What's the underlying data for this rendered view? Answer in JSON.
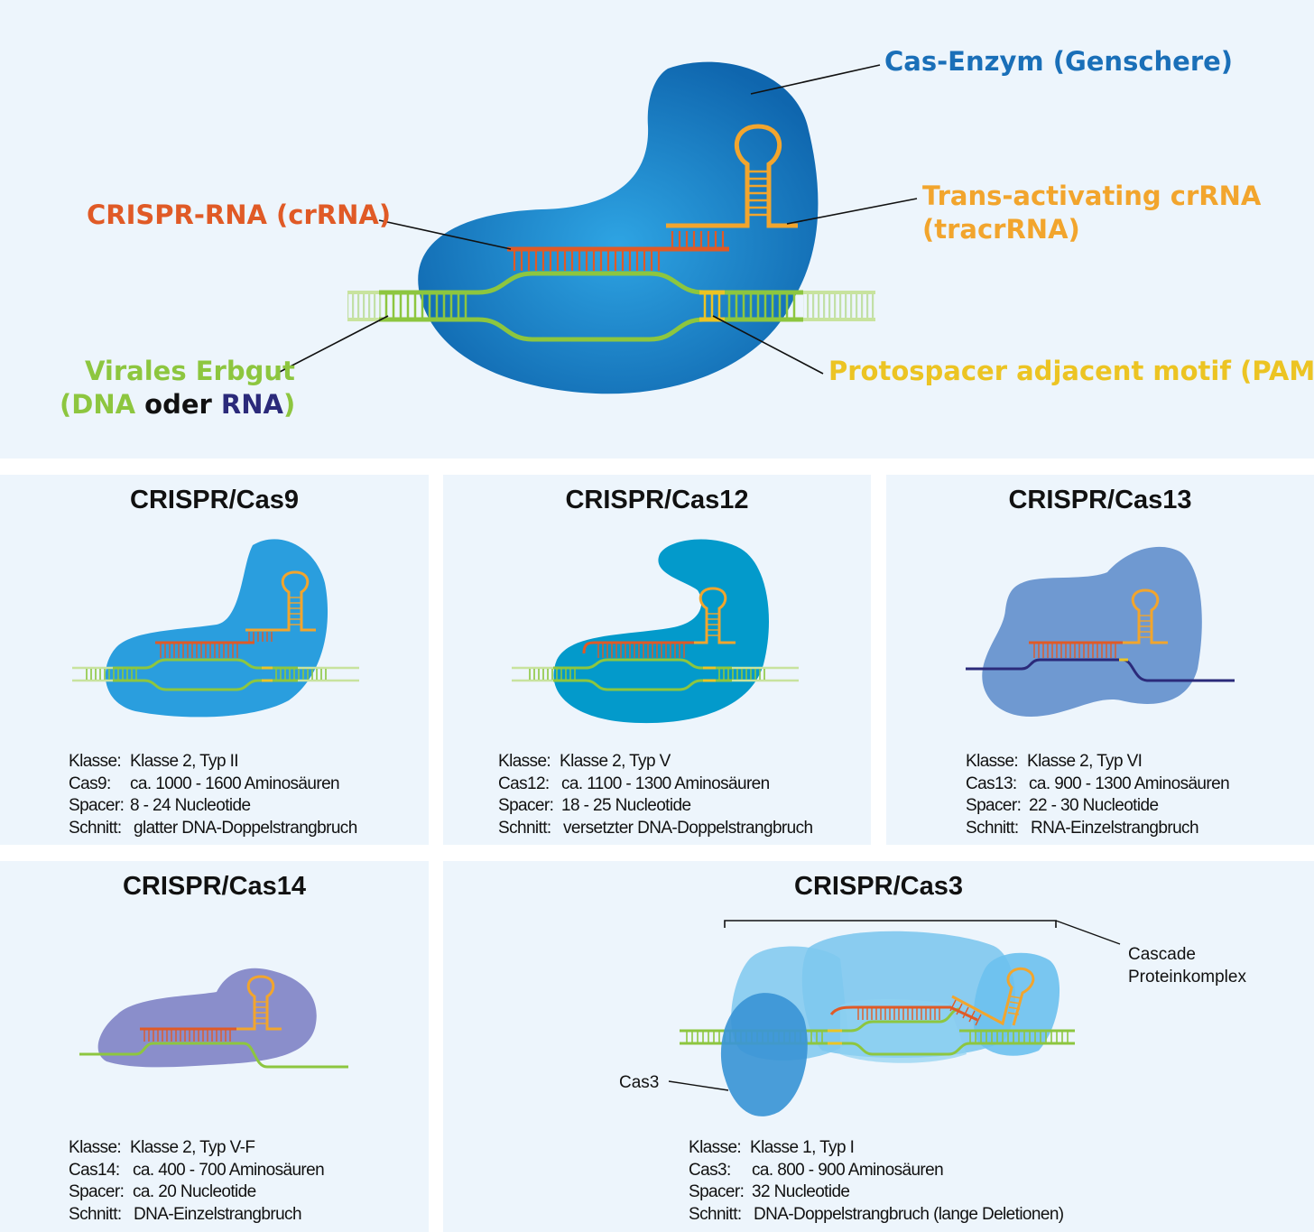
{
  "top": {
    "cas_enzyme": "Cas-Enzym (Genschere)",
    "crrna": "CRISPR-RNA (crRNA)",
    "tracrrna_line1": "Trans-activating crRNA",
    "tracrrna_line2": "(tracrRNA)",
    "viral_line1": "Virales Erbgut",
    "viral_open": "(",
    "viral_dna": "DNA",
    "viral_oder": " oder ",
    "viral_rna": "RNA",
    "viral_close": ")",
    "pam": "Protospacer adjacent motif (PAM)"
  },
  "colors": {
    "enzyme": "#1a6fb8",
    "crrna": "#e05a26",
    "tracrrna": "#f2a52d",
    "dna": "#8dc63f",
    "pam": "#ecc423",
    "rna_strand": "#2b2a7a",
    "panel_bg": "#edf5fc"
  },
  "panels": {
    "cas9": {
      "title": "CRISPR/Cas9",
      "specs": [
        {
          "key": "Klasse:",
          "value": "Klasse 2, Typ II"
        },
        {
          "key": "Cas9:",
          "value": "ca. 1000 - 1600 Aminosäuren"
        },
        {
          "key": "Spacer:",
          "value": "8 - 24 Nucleotide"
        },
        {
          "key": "Schnitt:",
          "value": "glatter DNA-Doppelstrangbruch"
        }
      ]
    },
    "cas12": {
      "title": "CRISPR/Cas12",
      "specs": [
        {
          "key": "Klasse:",
          "value": "Klasse 2, Typ V"
        },
        {
          "key": "Cas12:",
          "value": "ca. 1100 - 1300 Aminosäuren"
        },
        {
          "key": "Spacer:",
          "value": "18 - 25 Nucleotide"
        },
        {
          "key": "Schnitt:",
          "value": "versetzter DNA-Doppelstrangbruch"
        }
      ]
    },
    "cas13": {
      "title": "CRISPR/Cas13",
      "specs": [
        {
          "key": "Klasse:",
          "value": "Klasse 2, Typ VI"
        },
        {
          "key": "Cas13:",
          "value": "ca. 900 - 1300 Aminosäuren"
        },
        {
          "key": "Spacer:",
          "value": "22 - 30 Nucleotide"
        },
        {
          "key": "Schnitt:",
          "value": "RNA-Einzelstrangbruch"
        }
      ]
    },
    "cas14": {
      "title": "CRISPR/Cas14",
      "specs": [
        {
          "key": "Klasse:",
          "value": "Klasse 2, Typ V-F"
        },
        {
          "key": "Cas14:",
          "value": "ca. 400 - 700 Aminosäuren"
        },
        {
          "key": "Spacer:",
          "value": "ca. 20 Nucleotide"
        },
        {
          "key": "Schnitt:",
          "value": "DNA-Einzelstrangbruch"
        }
      ]
    },
    "cas3": {
      "title": "CRISPR/Cas3",
      "cascade_line1": "Cascade",
      "cascade_line2": "Proteinkomplex",
      "cas3_label": "Cas3",
      "specs": [
        {
          "key": "Klasse:",
          "value": "Klasse 1, Typ I"
        },
        {
          "key": "Cas3:",
          "value": "ca. 800 - 900 Aminosäuren"
        },
        {
          "key": "Spacer:",
          "value": "32 Nucleotide"
        },
        {
          "key": "Schnitt:",
          "value": "DNA-Doppelstrangbruch (lange Deletionen)"
        }
      ]
    }
  }
}
